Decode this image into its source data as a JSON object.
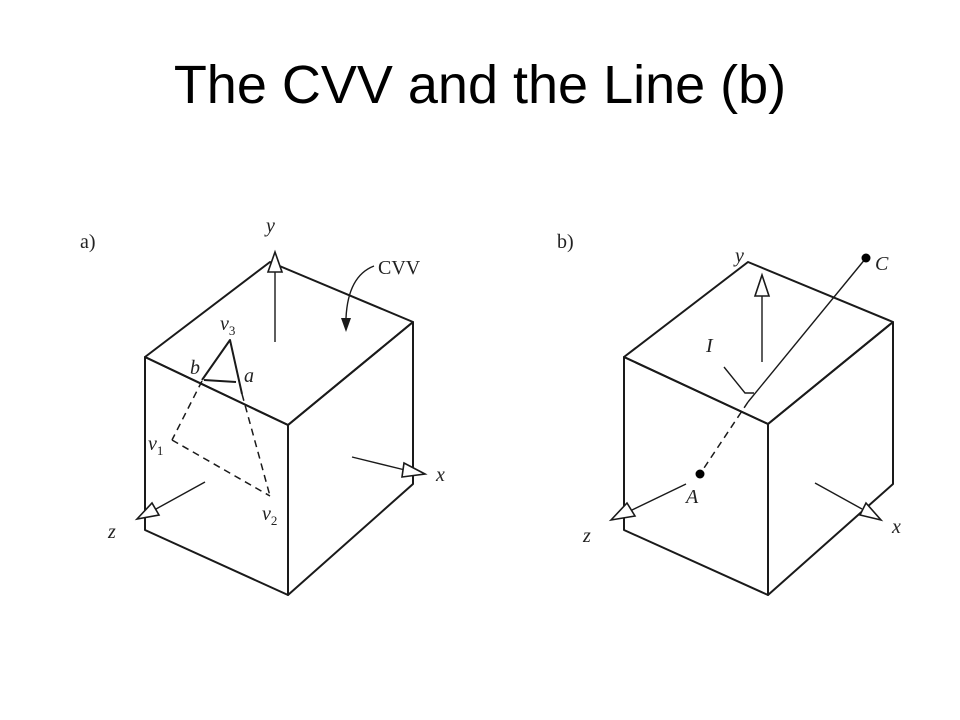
{
  "title": "The CVV and the Line (b)",
  "panel_a": {
    "label": "a)",
    "cvv": "CVV",
    "axis_x": "x",
    "axis_y": "y",
    "axis_z": "z",
    "v1": "v",
    "v1_sub": "1",
    "v2": "v",
    "v2_sub": "2",
    "v3": "v",
    "v3_sub": "3",
    "pa": "a",
    "pb": "b"
  },
  "panel_b": {
    "label": "b)",
    "axis_x": "x",
    "axis_y": "y",
    "axis_z": "z",
    "pA": "A",
    "pC": "C",
    "pI": "I"
  }
}
